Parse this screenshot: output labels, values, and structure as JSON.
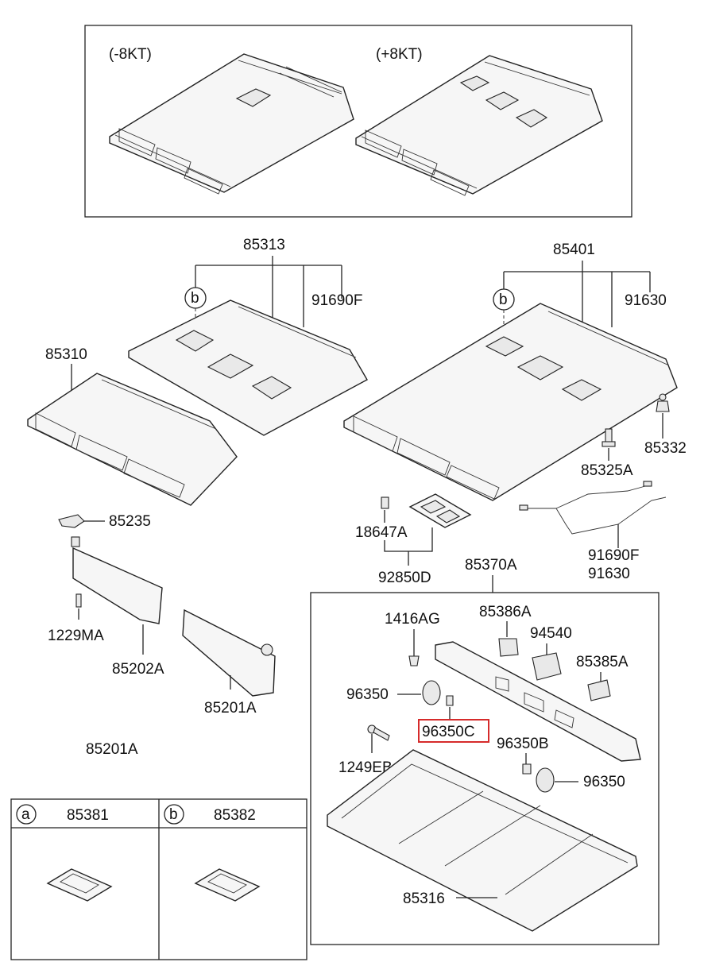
{
  "variants": {
    "minus": "(-8KT)",
    "plus": "(+8KT)"
  },
  "parts": {
    "p85313": "85313",
    "p91690F_top": "91690F",
    "p85310": "85310",
    "p85401": "85401",
    "p91630_top": "91630",
    "p85332": "85332",
    "p85325A": "85325A",
    "p85235": "85235",
    "p18647A": "18647A",
    "p92850D": "92850D",
    "p91690F_bot": "91690F",
    "p91630_bot": "91630",
    "p85370A": "85370A",
    "p1229MA": "1229MA",
    "p85202A": "85202A",
    "p85201A_a": "85201A",
    "p85201A_b": "85201A",
    "p1416AG": "1416AG",
    "p85386A": "85386A",
    "p94540": "94540",
    "p85385A": "85385A",
    "p96350_a": "96350",
    "p96350C": "96350C",
    "p1249EB": "1249EB",
    "p96350B": "96350B",
    "p96350_b": "96350",
    "p85316": "85316"
  },
  "callouts": {
    "a": "a",
    "b": "b"
  },
  "legend": {
    "a_letter": "a",
    "a_part": "85381",
    "b_letter": "b",
    "b_part": "85382"
  },
  "colors": {
    "highlight": "#d62b2b",
    "line": "#222222"
  }
}
